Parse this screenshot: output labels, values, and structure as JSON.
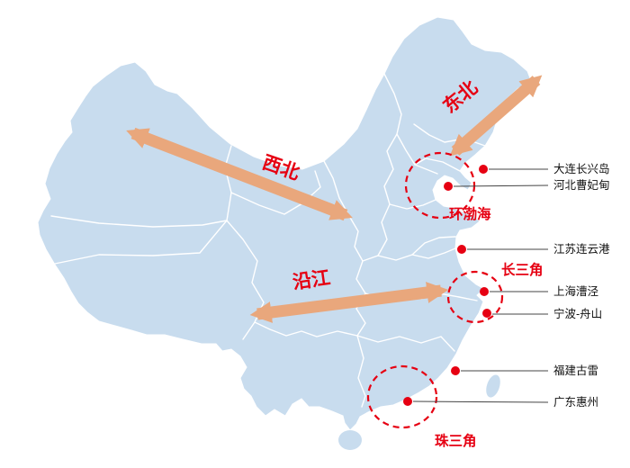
{
  "colors": {
    "background": "#ffffff",
    "land": "#c8dcee",
    "province_border": "#ffffff",
    "accent_red": "#e60012",
    "arrow": "#e9a77c",
    "leader_line": "#444444",
    "site_label_text": "#111111"
  },
  "corridors": [
    {
      "label": "东北"
    },
    {
      "label": "西北"
    },
    {
      "label": "沿江"
    }
  ],
  "regions": [
    {
      "label": "环渤海"
    },
    {
      "label": "长三角"
    },
    {
      "label": "珠三角"
    }
  ],
  "sites": [
    {
      "label": "大连长兴岛"
    },
    {
      "label": "河北曹妃甸"
    },
    {
      "label": "江苏连云港"
    },
    {
      "label": "上海漕泾"
    },
    {
      "label": "宁波-舟山"
    },
    {
      "label": "福建古雷"
    },
    {
      "label": "广东惠州"
    }
  ]
}
